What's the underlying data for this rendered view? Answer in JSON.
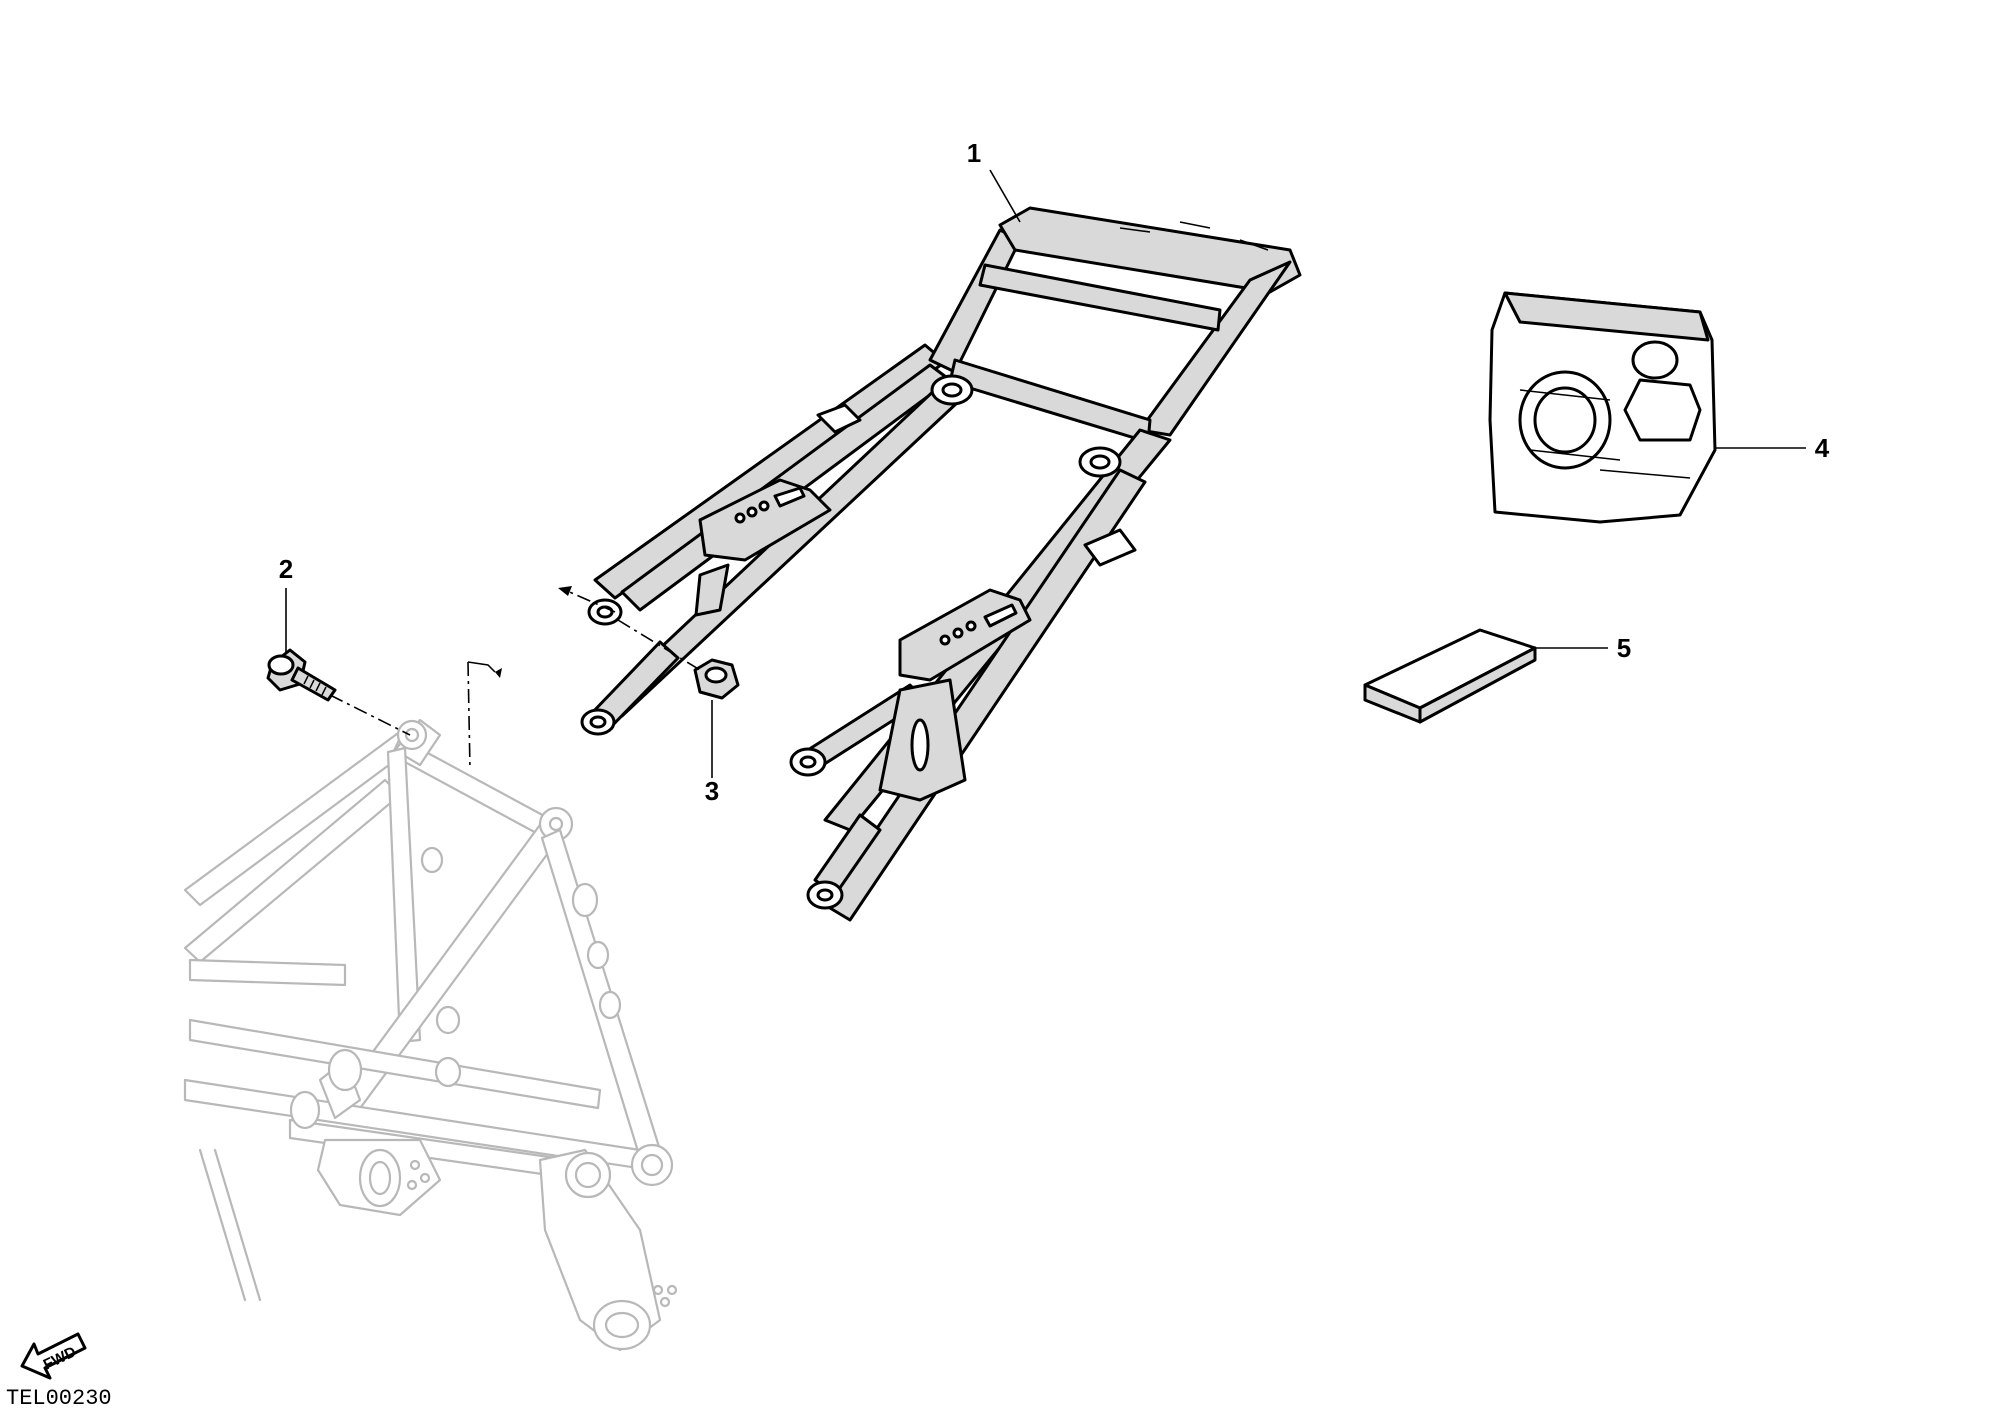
{
  "callouts": [
    {
      "id": "1",
      "label": "1"
    },
    {
      "id": "2",
      "label": "2"
    },
    {
      "id": "3",
      "label": "3"
    },
    {
      "id": "4",
      "label": "4"
    },
    {
      "id": "5",
      "label": "5"
    }
  ],
  "drawing_code": "TEL00230",
  "fwd_label": "FWD"
}
